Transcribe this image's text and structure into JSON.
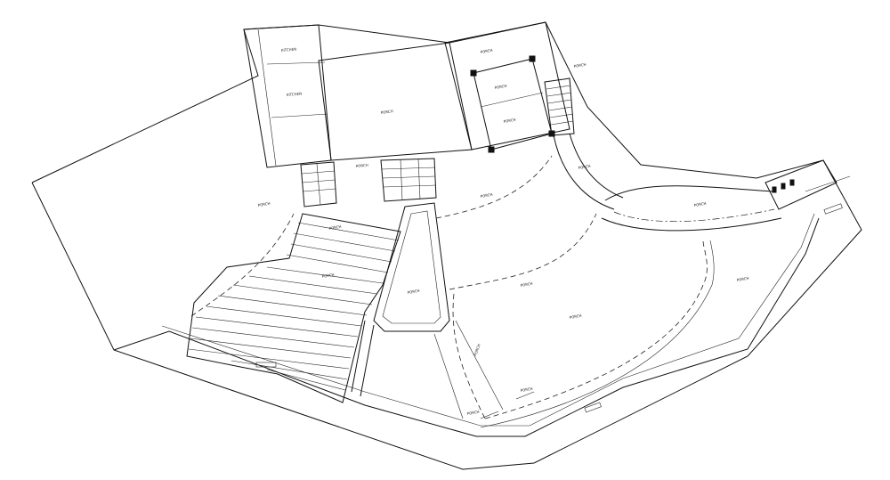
{
  "drawing": {
    "labels": [
      "KITCHEN",
      "KITCHEN",
      "PORCH",
      "PORCH",
      "PORCH",
      "PORCH",
      "PORCH",
      "PORCH",
      "PORCH",
      "PORCH",
      "PORCH",
      "PORCH",
      "PORCH",
      "PORCH",
      "PORCH",
      "PORCH",
      "PORCH",
      "PORCH",
      "PORCH",
      "PORCH",
      "PORCH"
    ]
  }
}
